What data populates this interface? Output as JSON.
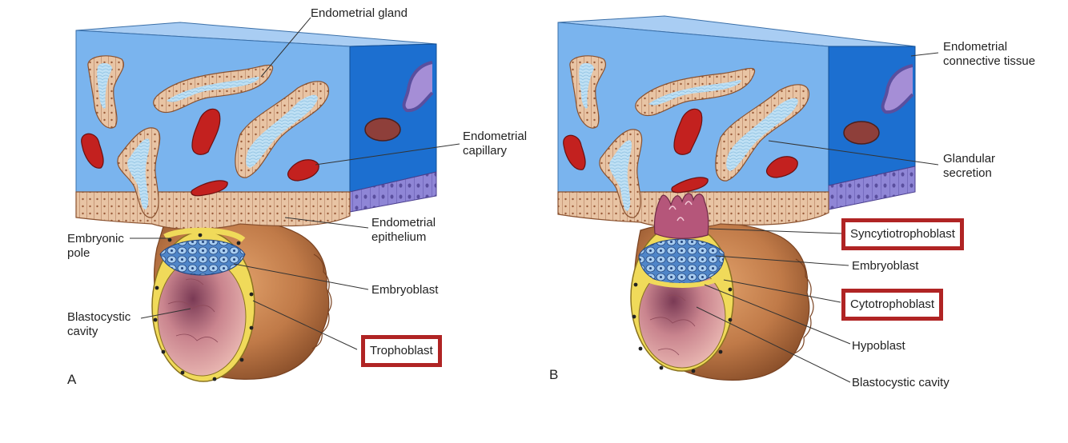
{
  "panel_a": {
    "letter": "A",
    "labels": {
      "endometrial_gland": "Endometrial gland",
      "endometrial_capillary": "Endometrial\ncapillary",
      "endometrial_epithelium": "Endometrial\nepithelium",
      "embryonic_pole": "Embryonic\npole",
      "embryoblast": "Embryoblast",
      "blastocystic_cavity": "Blastocystic\ncavity",
      "trophoblast": "Trophoblast"
    }
  },
  "panel_b": {
    "letter": "B",
    "labels": {
      "endometrial_connective_tissue": "Endometrial\nconnective tissue",
      "glandular_secretion": "Glandular\nsecretion",
      "syncytiotrophoblast": "Syncytiotrophoblast",
      "embryoblast": "Embryoblast",
      "cytotrophoblast": "Cytotrophoblast",
      "hypoblast": "Hypoblast",
      "blastocystic_cavity": "Blastocystic cavity"
    }
  },
  "highlighted_labels": [
    "Trophoblast",
    "Syncytiotrophoblast",
    "Cytotrophoblast"
  ],
  "colors": {
    "tissue_front": "#7ab4ee",
    "tissue_top": "#a9cdf3",
    "tissue_side": "#1c6fd0",
    "epithelium": "#e9c3a4",
    "capillary": "#c3211f",
    "trophoblast": "#f0da5a",
    "embryoblast": "#4f86c9",
    "blastocyst_outer": "#b57043",
    "cavity": "#d79aa2",
    "syncytio": "#a8476a",
    "highlight_box": "#b02424"
  }
}
